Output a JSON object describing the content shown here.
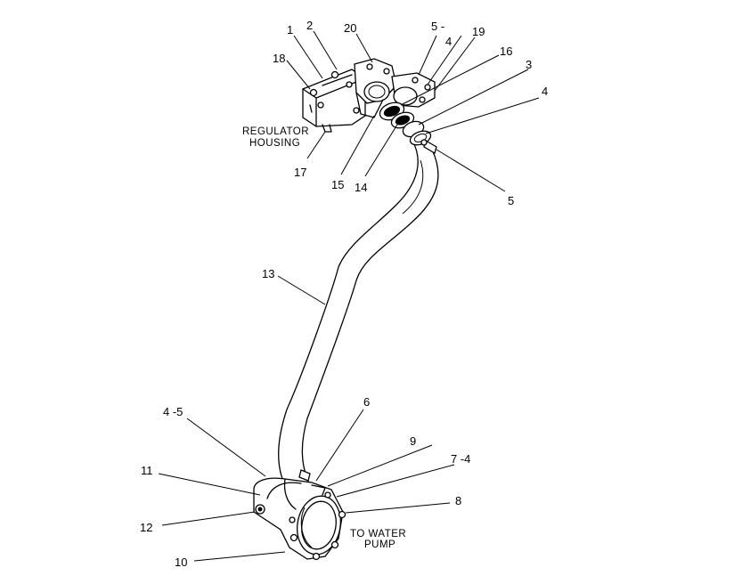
{
  "labels": {
    "regulator_line1": "REGULATOR",
    "regulator_line2": "HOUSING",
    "pump_line1": "TO WATER",
    "pump_line2": "PUMP"
  },
  "callouts": {
    "c1": "1",
    "c2": "2",
    "c20": "20",
    "c5_top": "5 -",
    "c4_top": "4",
    "c19": "19",
    "c16": "16",
    "c3": "3",
    "c4_right": "4",
    "c18": "18",
    "c17": "17",
    "c15": "15",
    "c14": "14",
    "c5_right": "5",
    "c13": "13",
    "c4_5": "4 -5",
    "c6": "6",
    "c9": "9",
    "c7_4": "7 -4",
    "c11": "11",
    "c8": "8",
    "c12": "12",
    "c10": "10"
  }
}
